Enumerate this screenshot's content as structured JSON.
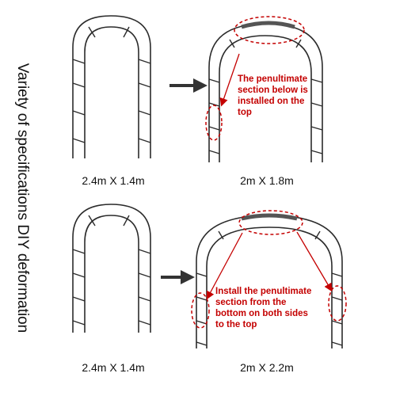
{
  "side_title": "Variety of specifications DIY deformation",
  "captions": {
    "top_left": "2.4m X 1.4m",
    "top_right": "2m X 1.8m",
    "bottom_left": "2.4m X 1.4m",
    "bottom_right": "2m X 2.2m"
  },
  "notes": {
    "top": [
      "The penultimate",
      "section below is",
      "installed on the",
      "top"
    ],
    "bottom": [
      "Install the penultimate",
      "section from the",
      "bottom on both sides",
      "to the top"
    ]
  },
  "colors": {
    "annotation": "#c40000",
    "frame": "#2b2b2b"
  }
}
